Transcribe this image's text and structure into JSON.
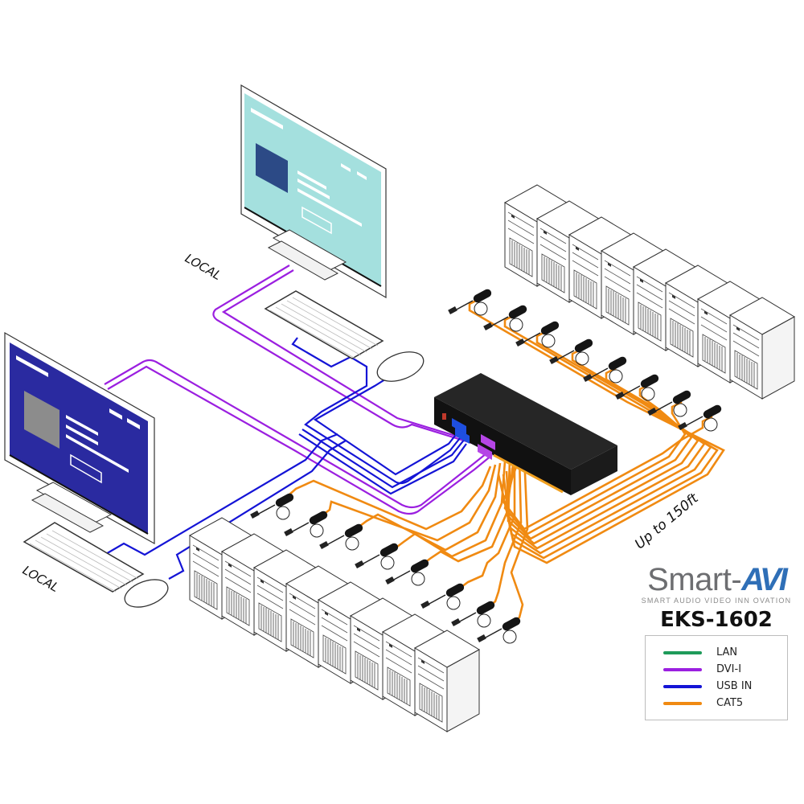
{
  "diagram": {
    "title": "EKS-1602 KVM extender switch connection diagram",
    "labels": {
      "local_top": "LOCAL",
      "local_bottom": "LOCAL",
      "distance": "Up to 150ft"
    },
    "brand": {
      "name_prefix": "Smart-",
      "name_mark": "AVI",
      "tagline": "SMART AUDIO VIDEO INN OVATION"
    },
    "model": "EKS-1602",
    "legend": [
      {
        "label": "LAN",
        "color": "#1e9b5a"
      },
      {
        "label": "DVI-I",
        "color": "#9b1fe0"
      },
      {
        "label": "USB IN",
        "color": "#1414d6"
      },
      {
        "label": "CAT5",
        "color": "#f08a12"
      }
    ],
    "colors": {
      "dvi": "#9b1fe0",
      "usb": "#1414d6",
      "cat5": "#f08a12",
      "screen_top": "#a4e0de",
      "screen_bottom": "#2a2aa0",
      "switch_body": "#1c1c1c"
    },
    "components": {
      "monitors": 2,
      "keyboards": 2,
      "mice": 2,
      "computers_top_row": 8,
      "computers_bottom_row": 8,
      "kvm_switch": 1
    }
  }
}
